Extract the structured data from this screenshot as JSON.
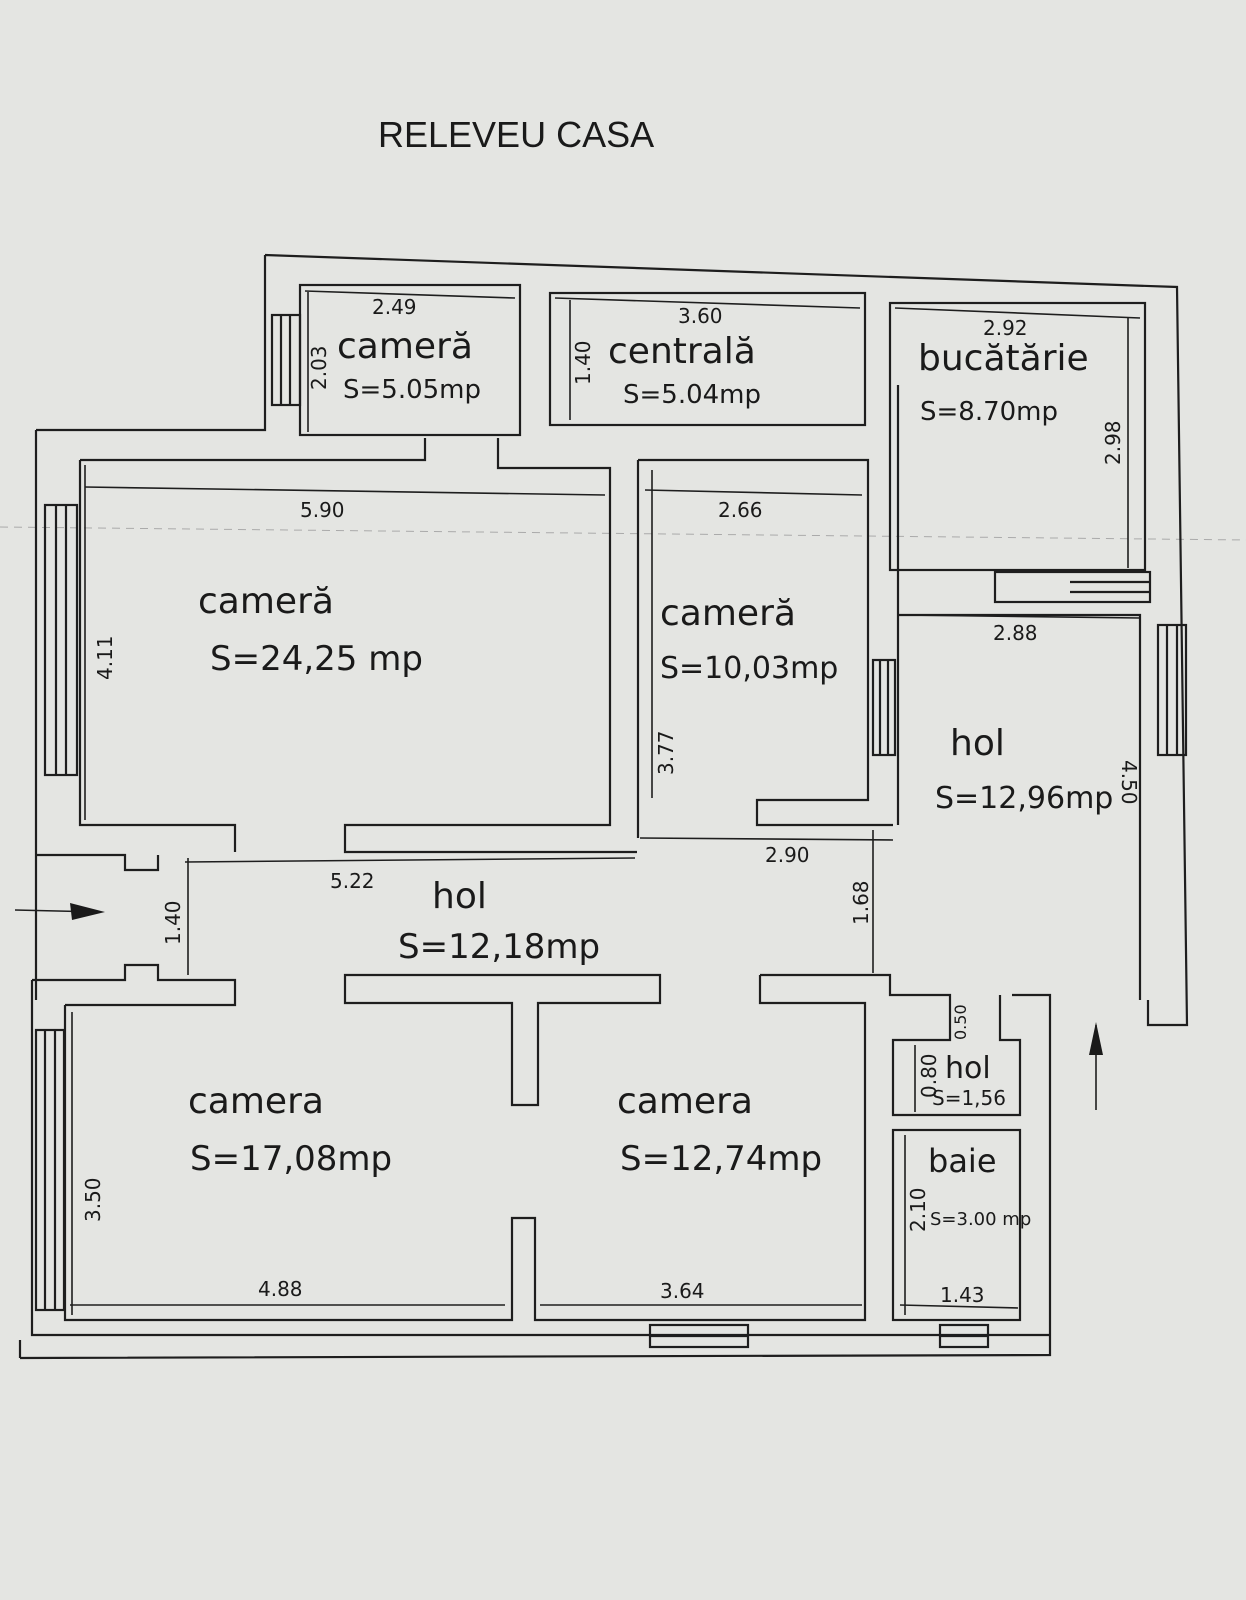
{
  "title": "RELEVEU CASA",
  "rooms": [
    {
      "name": "cameră",
      "area": "S=5.05mp"
    },
    {
      "name": "centrală",
      "area": "S=5.04mp"
    },
    {
      "name": "bucătărie",
      "area": "S=8.70mp"
    },
    {
      "name": "cameră",
      "area": "S=24,25 mp"
    },
    {
      "name": "cameră",
      "area": "S=10,03mp"
    },
    {
      "name": "hol",
      "area": "S=12,96mp"
    },
    {
      "name": "hol",
      "area": "S=12,18mp"
    },
    {
      "name": "camera",
      "area": "S=17,08mp"
    },
    {
      "name": "camera",
      "area": "S=12,74mp"
    },
    {
      "name": "hol",
      "area": "S=1,56"
    },
    {
      "name": "baie",
      "area": "S=3.00 mp"
    }
  ],
  "dimensions": {
    "small_room_w": "2.49",
    "small_room_h": "2.03",
    "centrala_w": "3.60",
    "centrala_h": "1.40",
    "bucatarie_w": "2.92",
    "bucatarie_h": "2.98",
    "big_room_w": "5.90",
    "big_room_h": "4.11",
    "room10_w": "2.66",
    "room10_h": "3.77",
    "hol_right_w": "2.88",
    "hol_right_h": "4.50",
    "hol_w1": "5.22",
    "hol_w2": "2.90",
    "hol_h1": "1.40",
    "hol_h2": "1.68",
    "room17_w": "4.88",
    "room17_h": "3.50",
    "room12_w": "3.64",
    "small_hol_h": "0.80",
    "small_hol_w": "0.50",
    "baie_w": "1.43",
    "baie_h": "2.10"
  }
}
